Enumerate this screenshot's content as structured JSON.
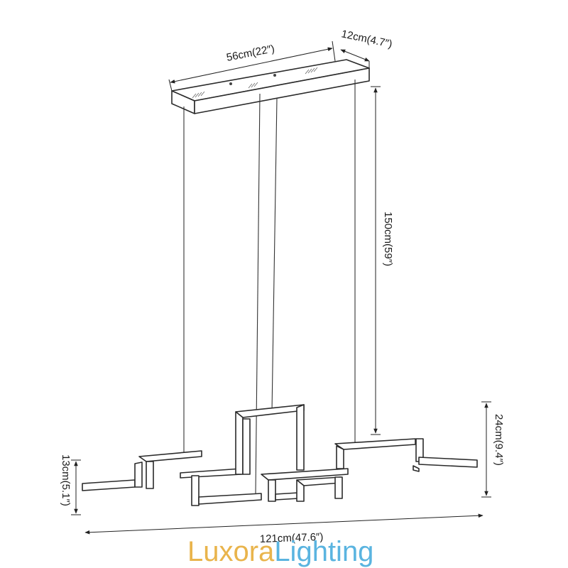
{
  "dimensions": {
    "canopy_length": "56cm(22″)",
    "canopy_width": "12cm(4.7″)",
    "wire_length": "150cm(59″)",
    "fixture_height": "24cm(9.4″)",
    "bar_height": "13cm(5.1″)",
    "total_length": "121cm(47.6″)"
  },
  "brand": {
    "part1": "Luxora",
    "part2": "Lighting",
    "color1": "#e9b44c",
    "color2": "#5ab4e0"
  }
}
